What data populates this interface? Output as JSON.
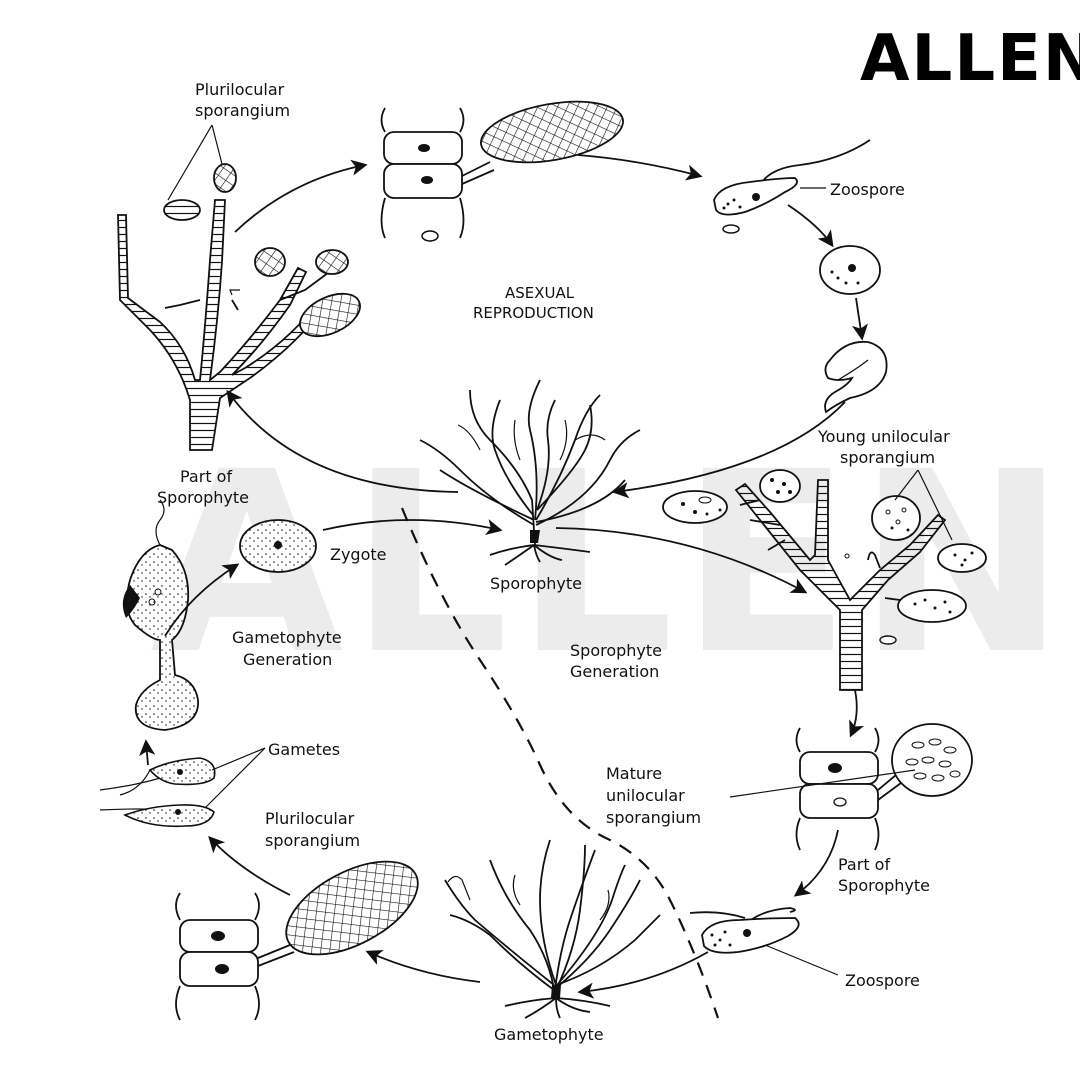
{
  "brand": {
    "logo_text": "ALLEN",
    "watermark_text": "ALLEN"
  },
  "labels": {
    "plurilocular_top_1": "Plurilocular",
    "plurilocular_top_2": "sporangium",
    "zoospore_top": "Zoospore",
    "asexual_1": "ASEXUAL",
    "asexual_2": "REPRODUCTION",
    "young_uni_1": "Young unilocular",
    "young_uni_2": "sporangium",
    "part_spo_left_1": "Part of",
    "part_spo_left_2": "Sporophyte",
    "zygote": "Zygote",
    "sporophyte": "Sporophyte",
    "gameto_gen_1": "Gametophyte",
    "gameto_gen_2": "Generation",
    "sporo_gen_1": "Sporophyte",
    "sporo_gen_2": "Generation",
    "gametes": "Gametes",
    "mature_uni_1": "Mature",
    "mature_uni_2": "unilocular",
    "mature_uni_3": "sporangium",
    "plurilocular_bottom_1": "Plurilocular",
    "plurilocular_bottom_2": "sporangium",
    "part_spo_right_1": "Part of",
    "part_spo_right_2": "Sporophyte",
    "zoospore_bottom": "Zoospore",
    "gametophyte": "Gametophyte"
  }
}
